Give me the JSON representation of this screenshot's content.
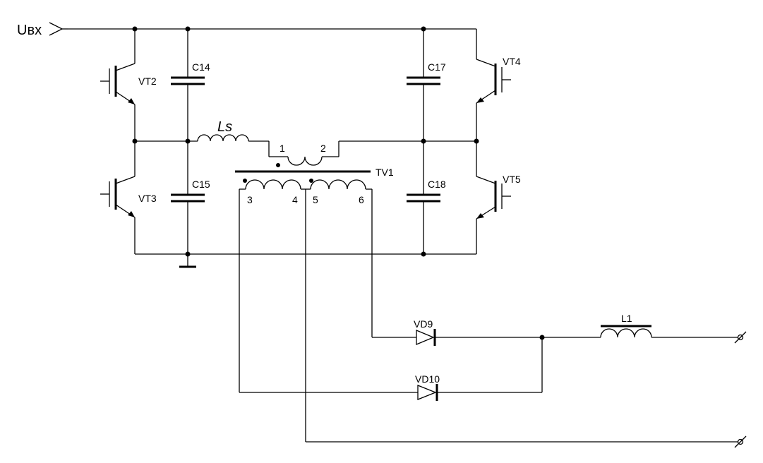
{
  "labels": {
    "input": "Uвх",
    "vt2": "VT2",
    "vt3": "VT3",
    "vt4": "VT4",
    "vt5": "VT5",
    "c14": "C14",
    "c15": "C15",
    "c17": "C17",
    "c18": "C18",
    "ls": "Ls",
    "tv1": "TV1",
    "vd9": "VD9",
    "vd10": "VD10",
    "l1": "L1",
    "pin1": "1",
    "pin2": "2",
    "pin3": "3",
    "pin4": "4",
    "pin5": "5",
    "pin6": "6"
  }
}
